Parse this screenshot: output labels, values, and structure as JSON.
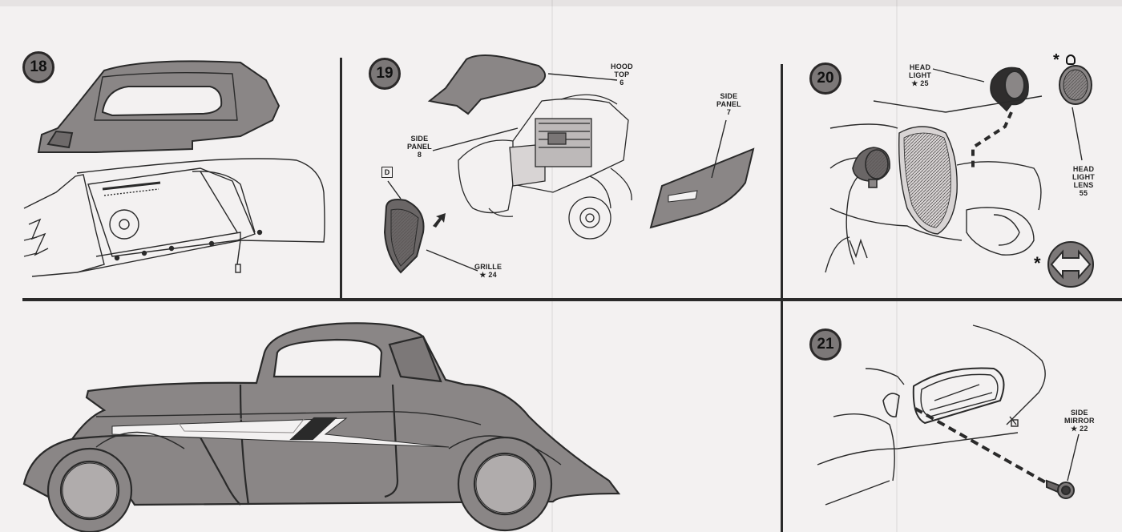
{
  "steps": [
    {
      "number": "18"
    },
    {
      "number": "19"
    },
    {
      "number": "20"
    },
    {
      "number": "21"
    }
  ],
  "callouts": {
    "hood_top": "HOOD\nTOP\n6",
    "side_panel_8": "SIDE\nPANEL\n8",
    "side_panel_7": "SIDE\nPANEL\n7",
    "grille": "GRILLE\n★ 24",
    "grille_box": "D",
    "head_light": "HEAD\nLIGHT\n★ 25",
    "head_light_lens": "HEAD\nLIGHT\nLENS\n55",
    "side_mirror": "SIDE\nMIRROR\n★ 22"
  },
  "symbols": {
    "asterisk": "*",
    "asterisk_2": "*"
  },
  "colors": {
    "paper": "#f3f1f1",
    "ink": "#2a2a2a",
    "part_gray": "#8a8686",
    "light_gray": "#cfcbcb"
  }
}
